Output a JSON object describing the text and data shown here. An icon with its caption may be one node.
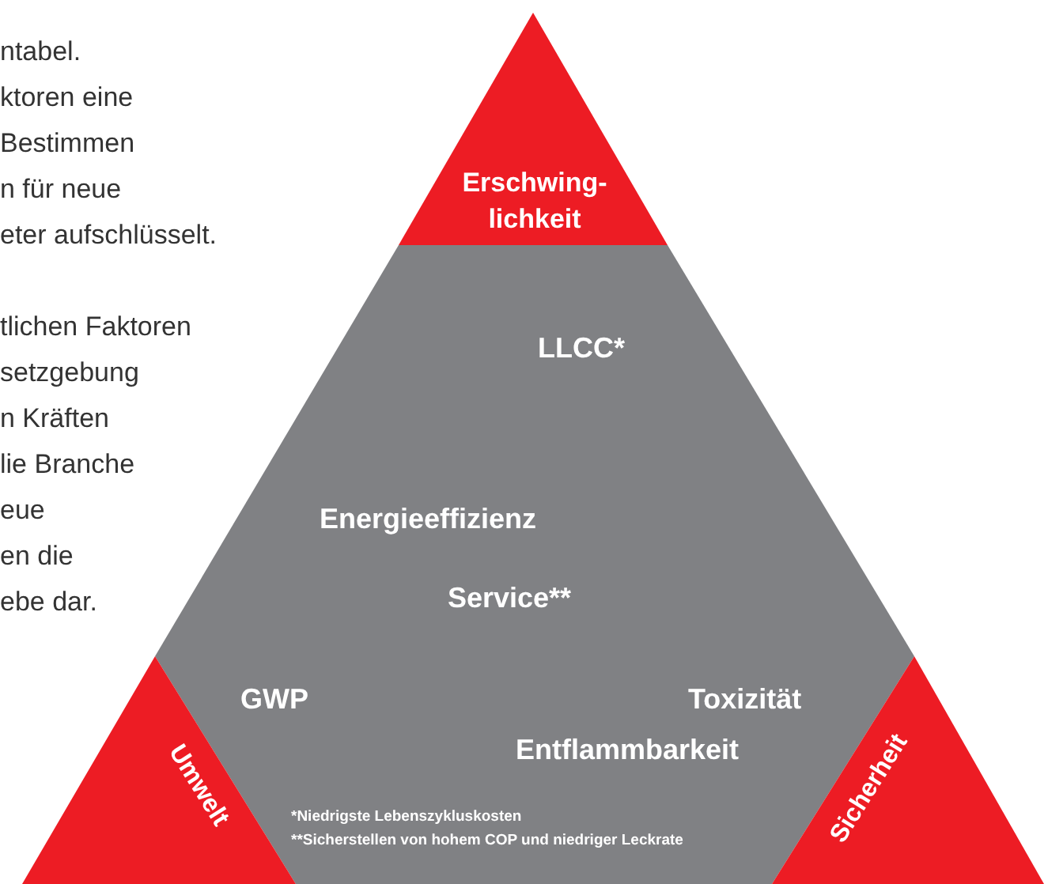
{
  "diagram": {
    "nodes": [
      {
        "text": [
          "Erschwing- lichkeit"
        ]
      },
      {
        "text": [
          "LLCC*",
          "Energieeffizienz",
          "Service**",
          "GWP",
          "Toxizität",
          "Entflammbarkeit",
          "*Niedrigste Lebenszykluskosten",
          "**Sicherstellen von hohem COP und niedriger Leckrate"
        ]
      },
      {
        "text": [
          "Umwelt"
        ]
      },
      {
        "text": [
          "Sicherheit"
        ]
      }
    ],
    "labels": [
      "ntabel.",
      "ktoren eine",
      "Bestimmen",
      "n für neue",
      "eter aufschlüsselt.",
      "tlichen Faktoren",
      "setzgebung",
      "n Kräften",
      "lie Branche",
      "eue",
      "en die",
      "ebe dar."
    ]
  }
}
